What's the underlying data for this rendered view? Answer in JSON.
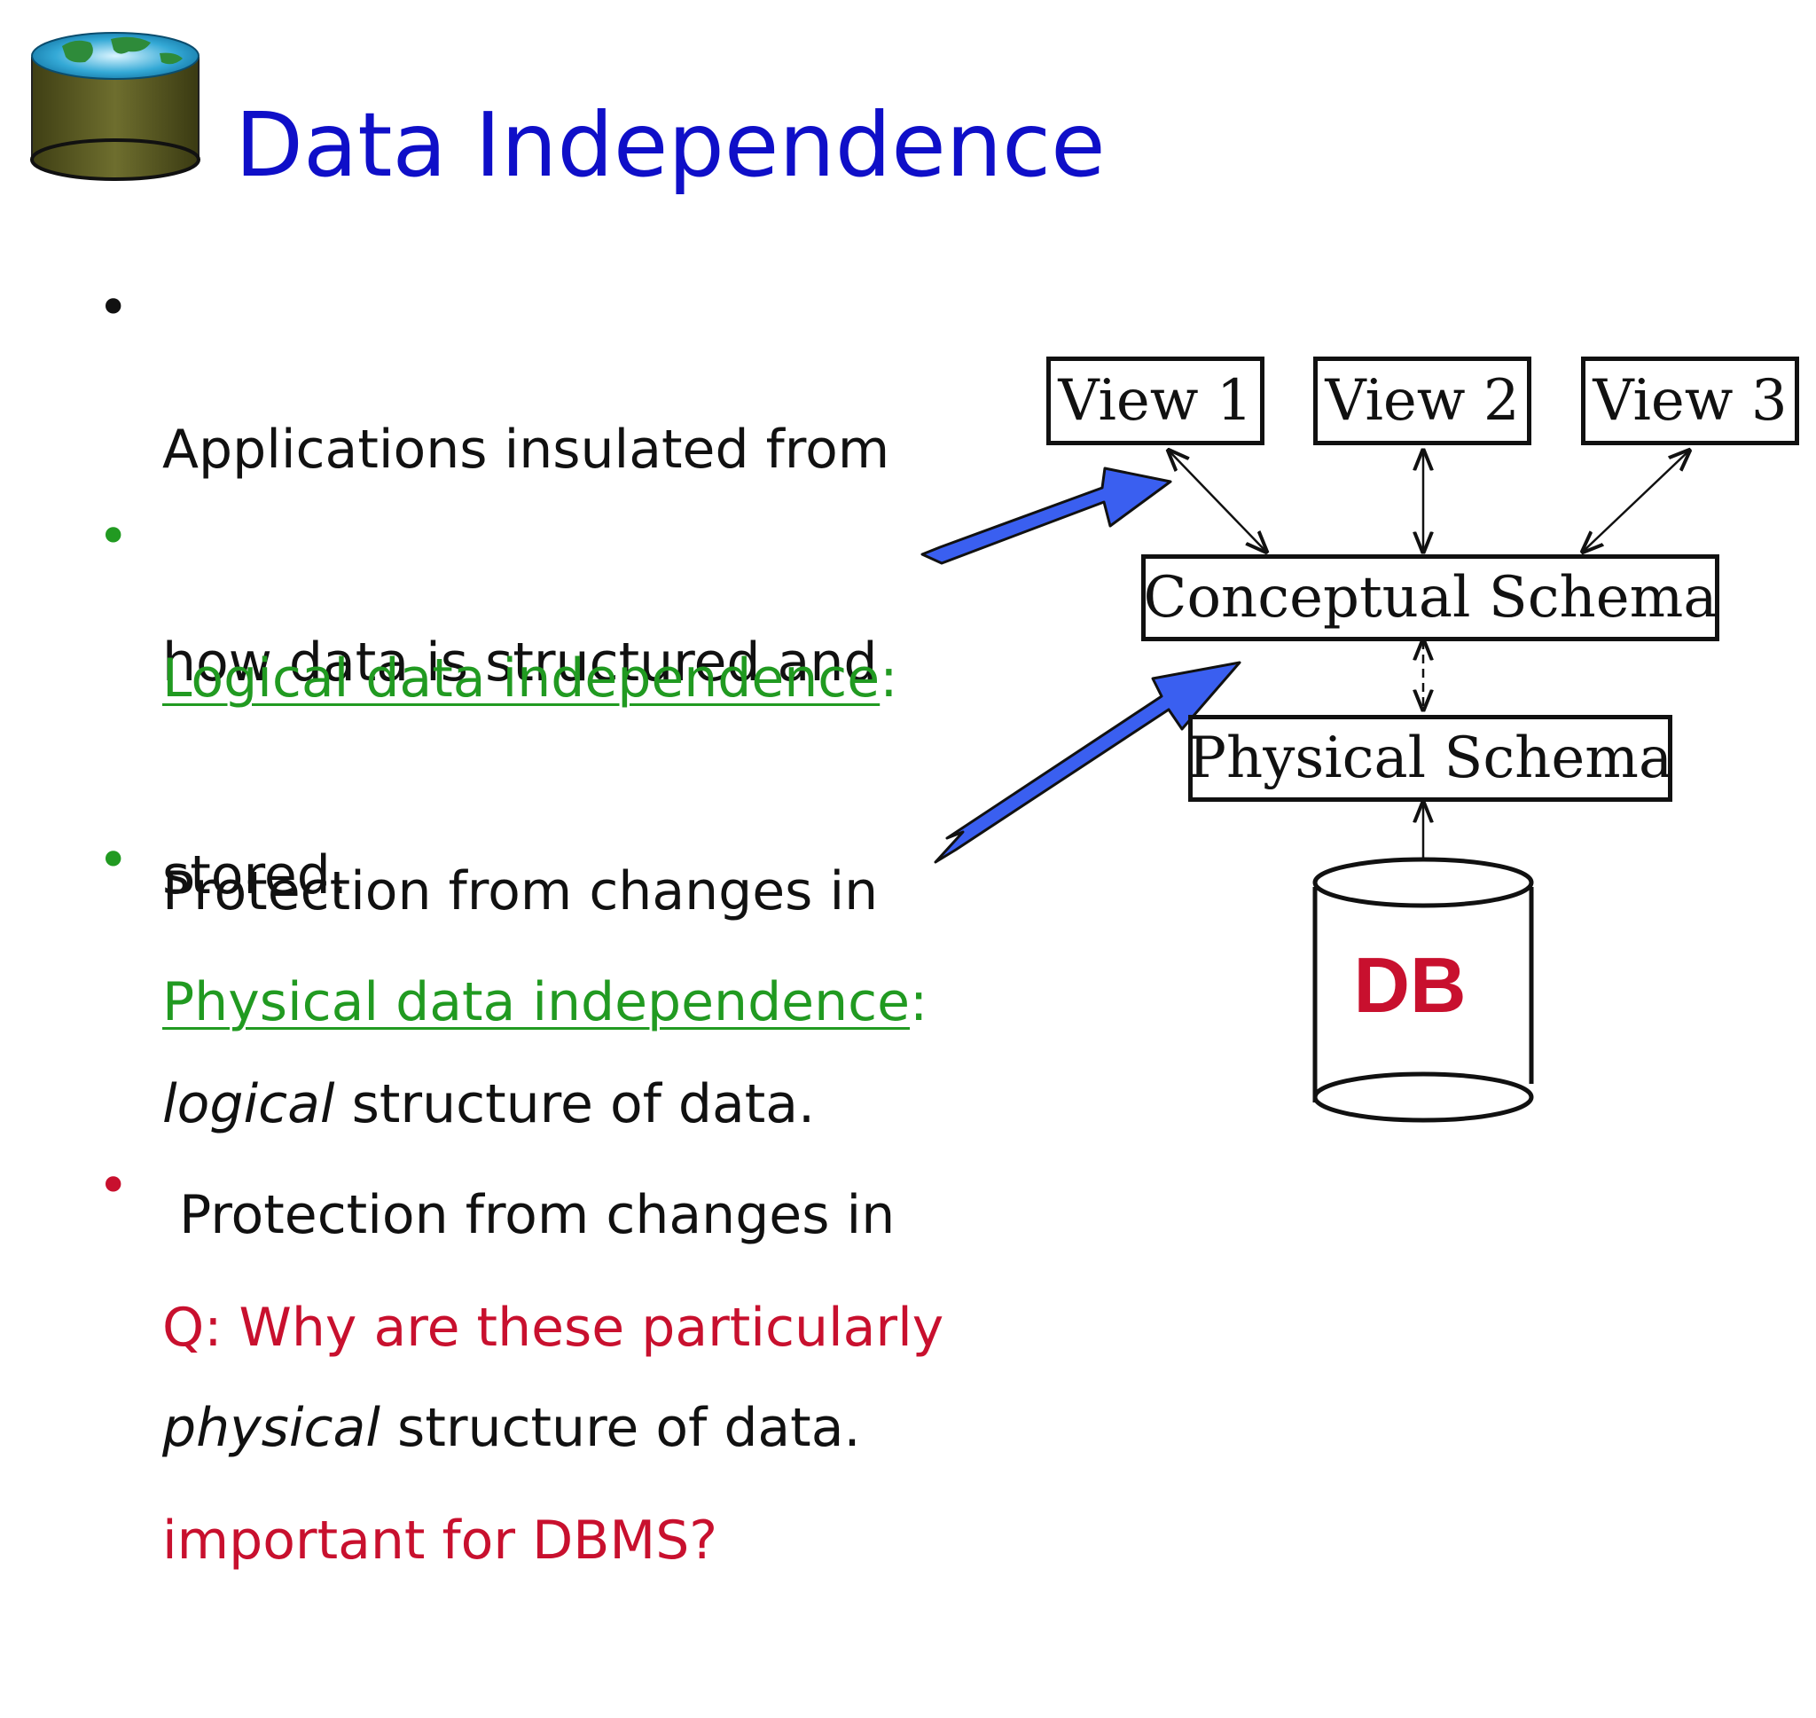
{
  "title": "Data Independence",
  "logo": {
    "icon": "globe-database-icon"
  },
  "bullets": [
    {
      "lines": [
        "Applications insulated from",
        "how data is structured and",
        "stored."
      ]
    },
    {
      "term": "Logical data independence",
      "colon": ":",
      "line2": "Protection from changes in",
      "emph": "logical",
      "rest": " structure of data."
    },
    {
      "term": "Physical data independence",
      "colon": ":",
      "line2": " Protection from changes in",
      "emph": "physical",
      "rest": " structure of data."
    },
    {
      "lines": [
        "Q: Why are these particularly",
        "important for DBMS?"
      ]
    }
  ],
  "diagram": {
    "views": [
      "View 1",
      "View 2",
      "View 3"
    ],
    "conceptual": "Conceptual Schema",
    "physical": "Physical Schema",
    "db": "DB"
  },
  "colors": {
    "title": "#0f0fc8",
    "term": "#219a21",
    "question": "#c8102e",
    "arrow_fill": "#3a5ff0",
    "db_label": "#c8102e"
  }
}
